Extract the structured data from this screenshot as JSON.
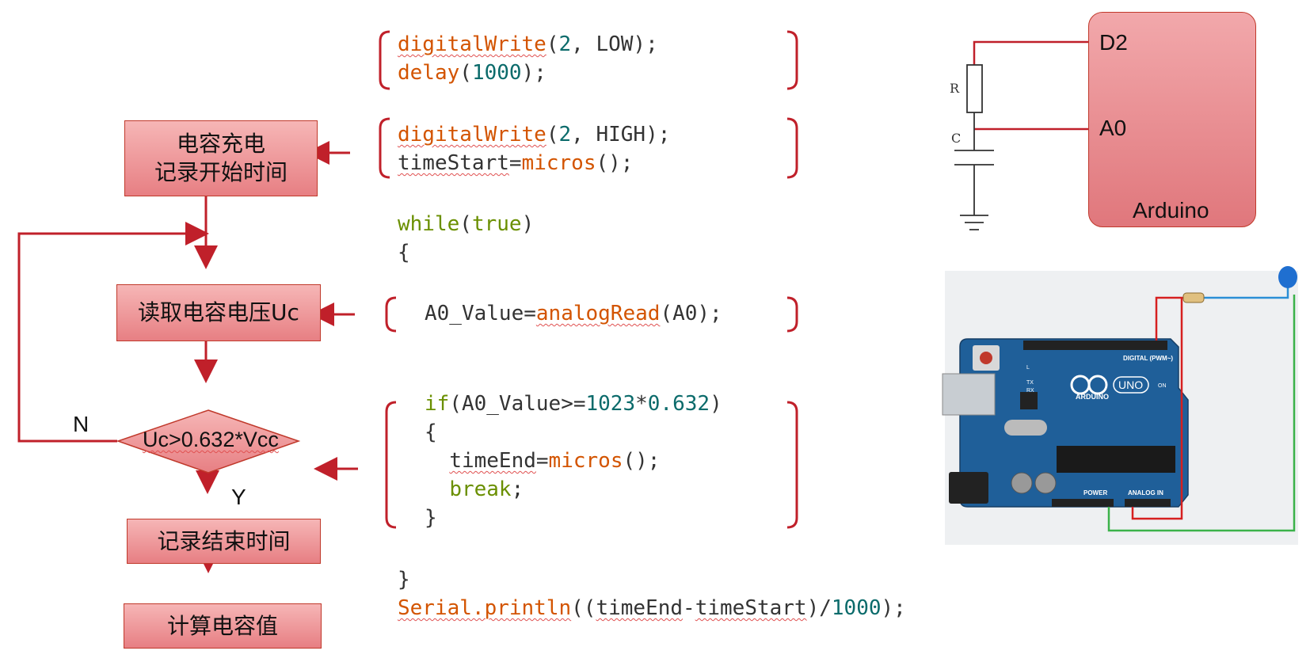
{
  "flowchart": {
    "step1": [
      "电容充电",
      "记录开始时间"
    ],
    "step2": "读取电容电压Uc",
    "decision": "Uc>0.632*Vcc",
    "no_label": "N",
    "yes_label": "Y",
    "step3": "记录结束时间",
    "step4": "计算电容值"
  },
  "code": {
    "b1_fn1": "digitalWrite",
    "b1_args1a": "(",
    "b1_num1": "2",
    "b1_args1b": ", LOW);",
    "b1_fn2": "delay",
    "b1_args2a": "(",
    "b1_num2": "1000",
    "b1_args2b": ");",
    "b2_fn1": "digitalWrite",
    "b2_args1a": "(",
    "b2_num1": "2",
    "b2_args1b": ", HIGH);",
    "b2_var": "timeStart",
    "b2_eq": "=",
    "b2_fn2": "micros",
    "b2_end": "();",
    "while_kw": "while",
    "while_open": "(",
    "true_kw": "true",
    "while_close": ")",
    "brace_open": "{",
    "b3_var": "A0_Value=",
    "b3_fn": "analogRead",
    "b3_end": "(A0);",
    "if_kw": "if",
    "if_cond_a": "(A0_Value>=",
    "if_num": "1023",
    "if_star": "*",
    "if_num2": "0.632",
    "if_close": ")",
    "if_brace_open": "{",
    "te_var": "timeEnd",
    "te_eq": "=",
    "te_fn": "micros",
    "te_end": "();",
    "break_kw": "break",
    "break_end": ";",
    "if_brace_close": "}",
    "brace_close": "}",
    "serial_fn": "Serial.println",
    "serial_a": "((",
    "serial_v1": "timeEnd",
    "serial_dash": "-",
    "serial_v2": "timeStart",
    "serial_b": ")/",
    "serial_num": "1000",
    "serial_c": ");"
  },
  "schematic": {
    "pin_d2": "D2",
    "pin_a0": "A0",
    "board": "Arduino",
    "res_label": "R",
    "cap_label": "C"
  },
  "board_photo": {
    "logo": "ARDUINO",
    "model": "UNO",
    "digital": "DIGITAL (PWM~)",
    "power": "POWER",
    "analog": "ANALOG IN",
    "led_l": "L",
    "led_tx": "TX",
    "led_rx": "RX",
    "on": "ON"
  },
  "colors": {
    "box_top": "#f6b6b6",
    "box_bottom": "#e77f83",
    "arrow": "#c0202a",
    "board": "#1f5f99"
  }
}
